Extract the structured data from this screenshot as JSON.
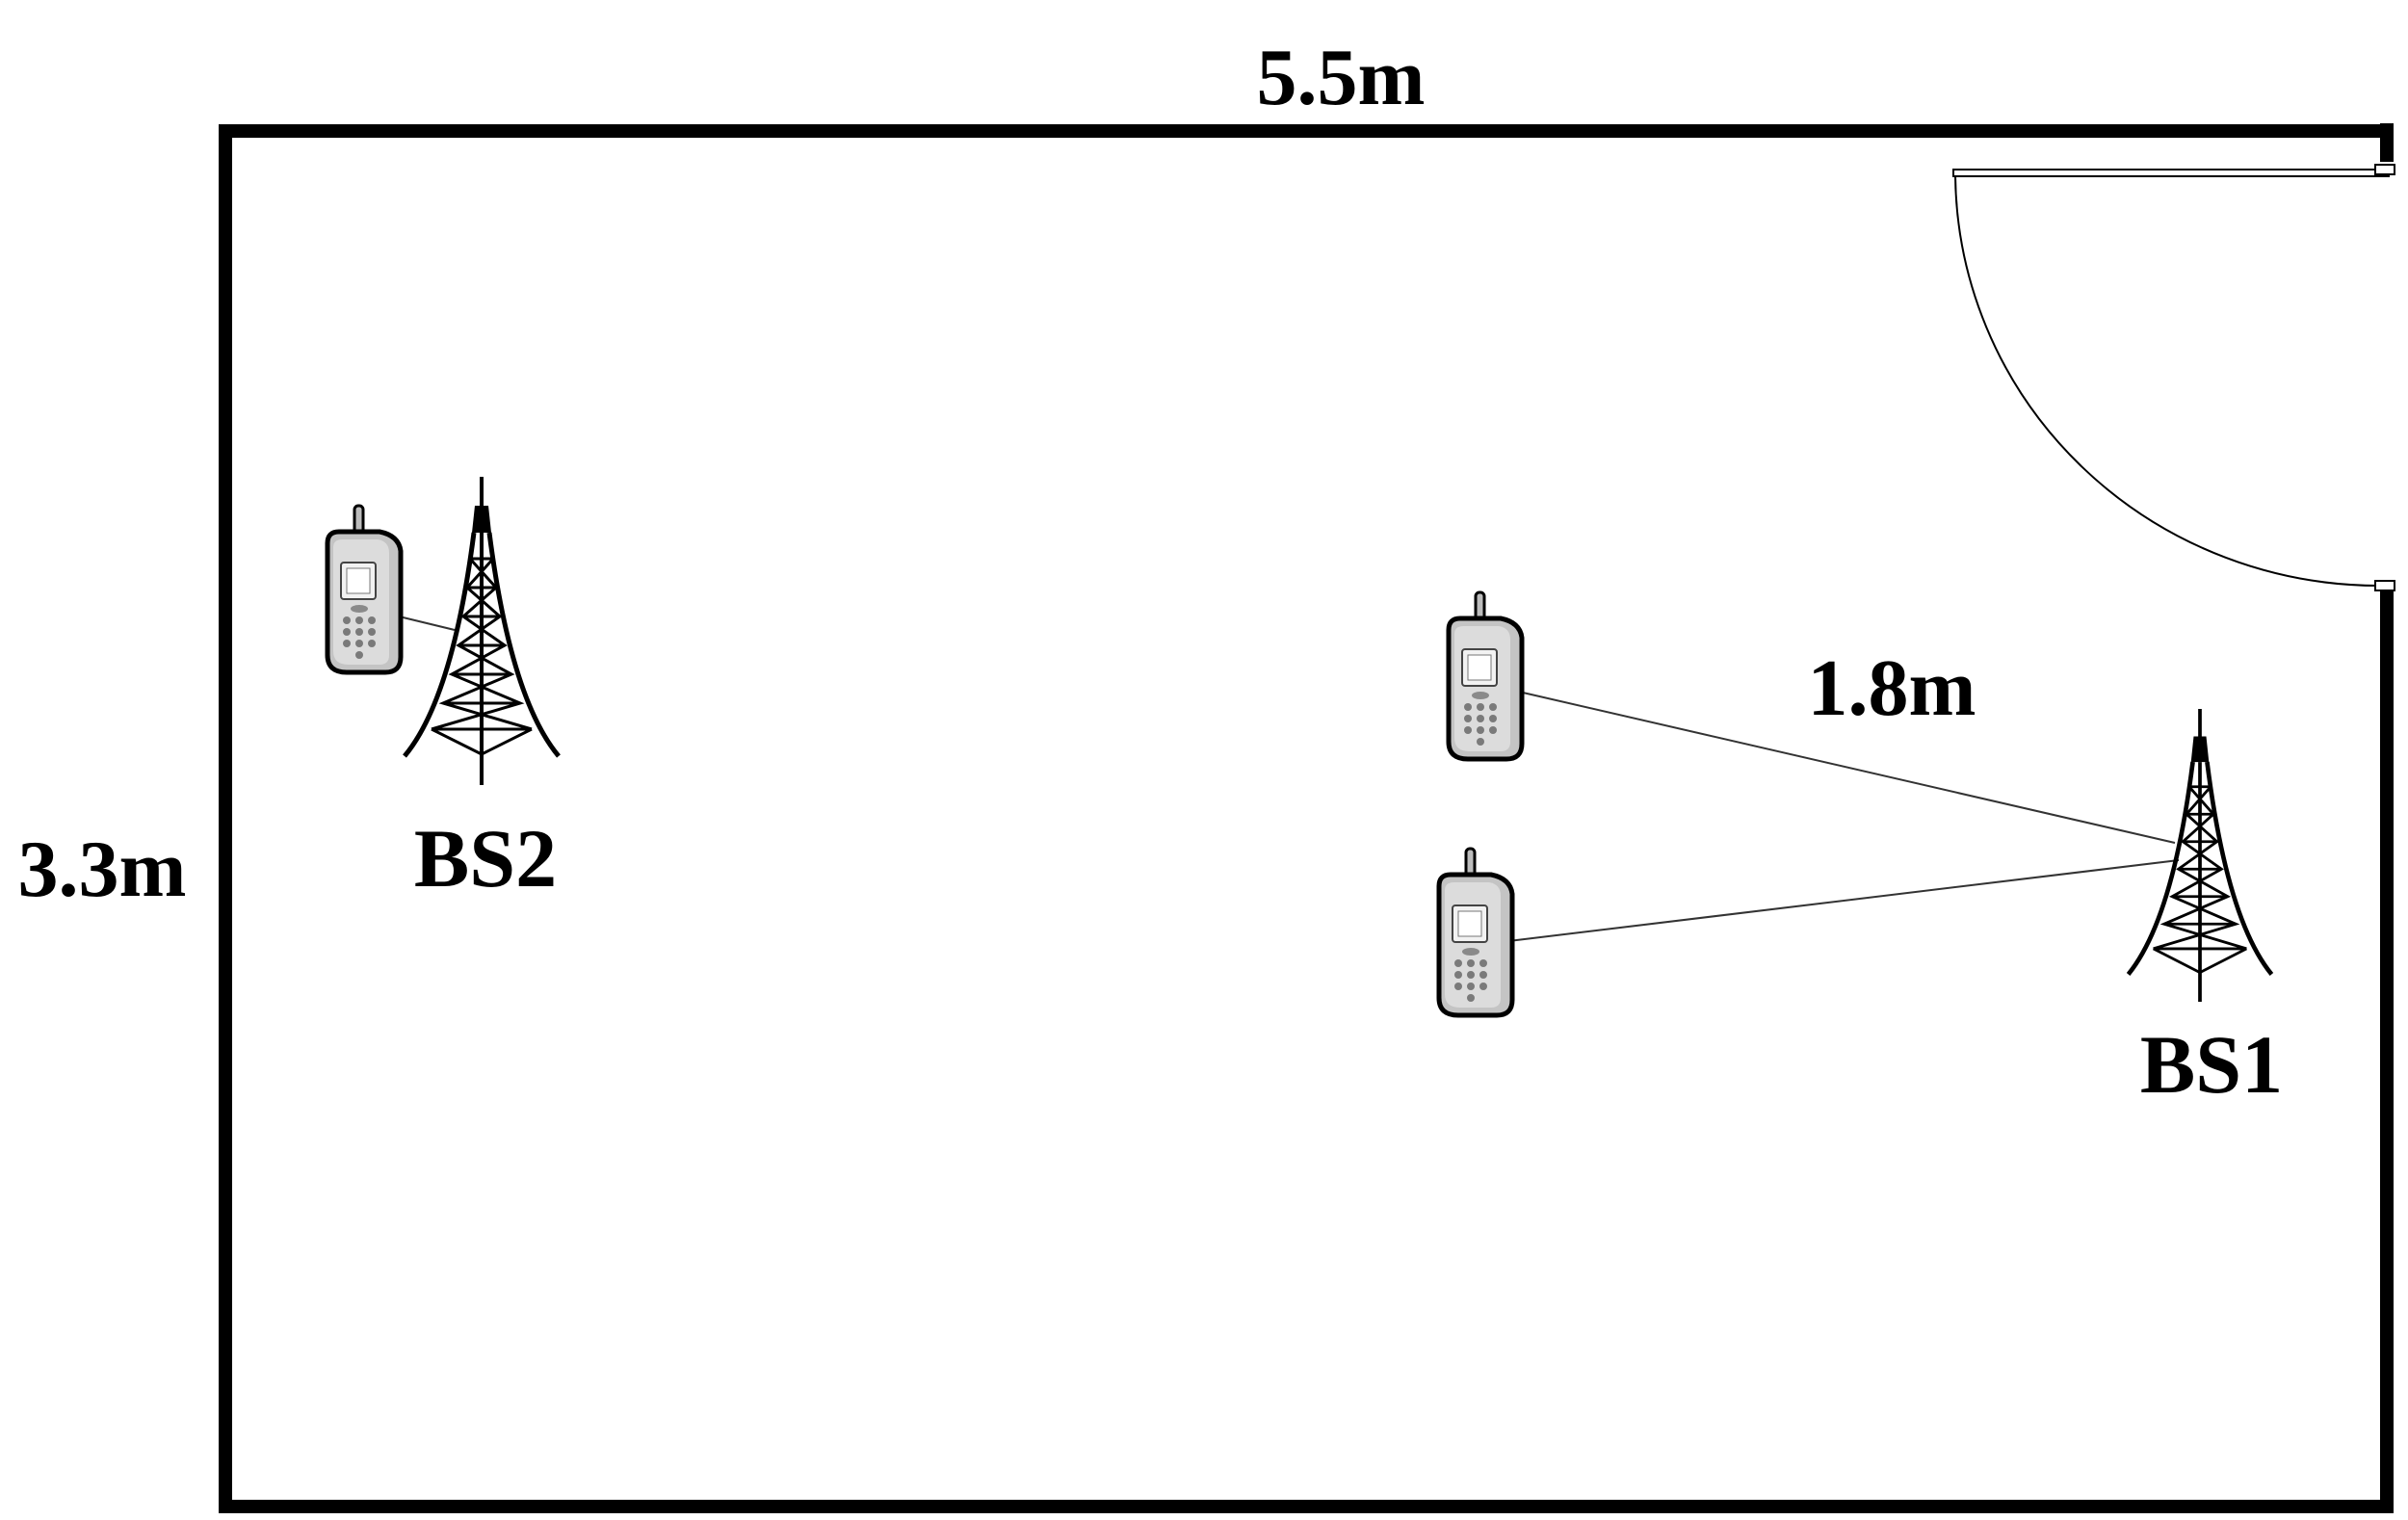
{
  "dimensions": {
    "width_label": "5.5m",
    "height_label": "3.3m"
  },
  "distance_label": "1.8m",
  "base_stations": [
    {
      "label": "BS1",
      "icon": "tower-icon"
    },
    {
      "label": "BS2",
      "icon": "tower-icon"
    }
  ],
  "devices": [
    {
      "icon": "mobile-phone-icon",
      "connected_to": "BS2"
    },
    {
      "icon": "mobile-phone-icon",
      "connected_to": "BS1"
    },
    {
      "icon": "mobile-phone-icon",
      "connected_to": "BS1"
    }
  ],
  "colors": {
    "wall": "#000000",
    "phone_body": "#d6d6d6",
    "link_line": "#333333"
  }
}
